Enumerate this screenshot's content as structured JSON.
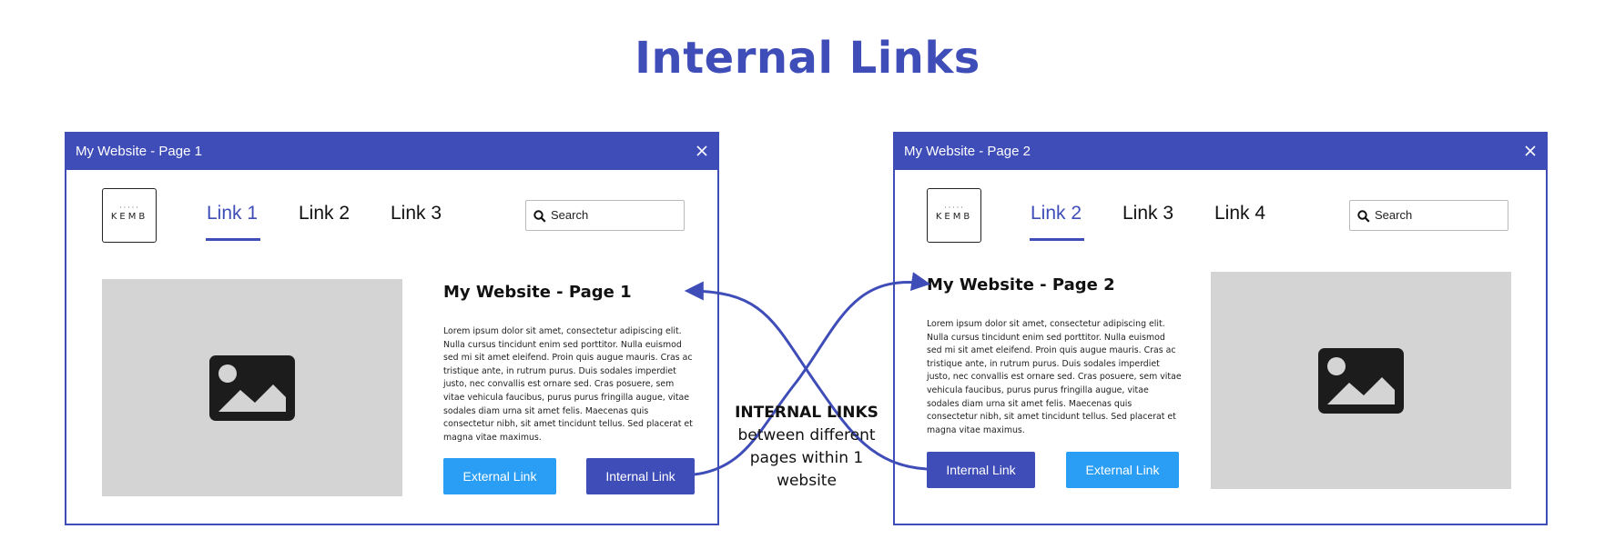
{
  "title": "Internal Links",
  "center_label": {
    "heading": "INTERNAL LINKS",
    "line1": "between different",
    "line2": "pages within 1",
    "line3": "website"
  },
  "colors": {
    "primary": "#3f4db8",
    "external_button": "#2a9df4",
    "image_placeholder": "#d4d4d4"
  },
  "window1": {
    "title": "My Website - Page 1",
    "logo": "KEMB",
    "nav": [
      "Link 1",
      "Link 2",
      "Link 3"
    ],
    "active_nav": "Link 1",
    "search_placeholder": "Search",
    "heading": "My Website - Page 1",
    "body": "Lorem ipsum dolor sit amet, consectetur adipiscing elit. Nulla cursus tincidunt enim sed porttitor. Nulla euismod sed mi sit amet eleifend. Proin quis augue mauris. Cras ac tristique ante, in rutrum purus. Duis sodales imperdiet justo, nec convallis est ornare sed. Cras posuere, sem vitae vehicula faucibus, purus purus fringilla augue, vitae sodales diam urna sit amet felis. Maecenas quis consectetur nibh, sit amet tincidunt tellus. Sed placerat et magna vitae maximus.",
    "button_external": "External Link",
    "button_internal": "Internal Link",
    "icons": [
      "close-icon",
      "search-icon",
      "image-icon"
    ]
  },
  "window2": {
    "title": "My Website - Page 2",
    "logo": "KEMB",
    "nav": [
      "Link 2",
      "Link 3",
      "Link 4"
    ],
    "active_nav": "Link 2",
    "search_placeholder": "Search",
    "heading": "My Website - Page 2",
    "body": "Lorem ipsum dolor sit amet, consectetur adipiscing elit. Nulla cursus tincidunt enim sed porttitor. Nulla euismod sed mi sit amet eleifend. Proin quis augue mauris. Cras ac tristique ante, in rutrum purus. Duis sodales imperdiet justo, nec convallis est ornare sed. Cras posuere, sem vitae vehicula faucibus, purus purus fringilla augue, vitae sodales diam urna sit amet felis. Maecenas quis consectetur nibh, sit amet tincidunt tellus. Sed placerat et magna vitae maximus.",
    "button_internal": "Internal Link",
    "button_external": "External Link",
    "icons": [
      "close-icon",
      "search-icon",
      "image-icon"
    ]
  }
}
